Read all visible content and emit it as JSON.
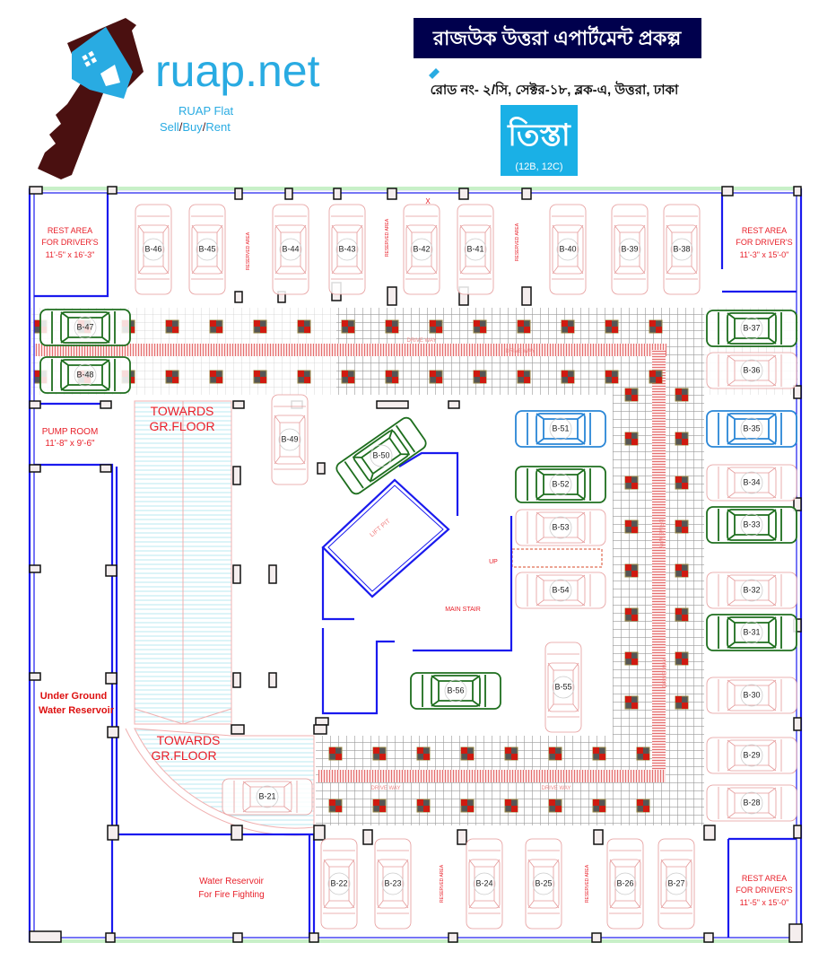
{
  "logo": {
    "site": "ruap.net",
    "tagline1": "RUAP Flat",
    "tagline2_parts": [
      "Sell",
      "/",
      "Buy",
      "/",
      "Rent"
    ],
    "colors": {
      "blue": "#29abe2",
      "brown": "#4a1010"
    }
  },
  "header": {
    "project_title": "রাজউক উত্তরা এপার্টমেন্ট প্রকল্প",
    "address": "রোড নং- ২/সি, সেক্টর-১৮, ব্লক-এ, উত্তরা, ঢাকা",
    "building_name": "তিস্তা",
    "building_units": "(12B, 12C)",
    "title_bg": "#00004d",
    "badge_bg": "#1ab0e6"
  },
  "plan": {
    "rooms": {
      "rest_tl": [
        "REST AREA",
        "FOR DRIVER'S",
        "11'-5\" x 16'-3\""
      ],
      "rest_tr": [
        "REST AREA",
        "FOR DRIVER'S",
        "11'-3\" x 15'-0\""
      ],
      "rest_br": [
        "REST AREA",
        "FOR DRIVER'S",
        "11'-5\" x 15'-0\""
      ],
      "pump": [
        "PUMP ROOM",
        "11'-8\" x 9'-6\""
      ],
      "ug_reservoir": [
        "Under Ground",
        "Water Reservoir"
      ],
      "fire_reservoir": [
        "Water Reservoir",
        "For Fire Fighting"
      ],
      "ramp_top": [
        "TOWARDS",
        "GR.FLOOR"
      ],
      "ramp_bottom": [
        "TOWARDS",
        "GR.FLOOR"
      ],
      "lift": "LIFT PIT",
      "stair": "MAIN STAIR",
      "up": "UP",
      "driveway": "DRIVE WAY",
      "reserved": "RESERVED AREA",
      "x_mark": "X"
    },
    "status_colors": {
      "vacant": "#e59a9a",
      "occupied": "#1e6e1e",
      "highlight": "#2a86d6"
    },
    "bays": [
      {
        "id": "B-46",
        "status": "vacant"
      },
      {
        "id": "B-45",
        "status": "vacant"
      },
      {
        "id": "B-44",
        "status": "vacant"
      },
      {
        "id": "B-43",
        "status": "vacant"
      },
      {
        "id": "B-42",
        "status": "vacant"
      },
      {
        "id": "B-41",
        "status": "vacant"
      },
      {
        "id": "B-40",
        "status": "vacant"
      },
      {
        "id": "B-39",
        "status": "vacant"
      },
      {
        "id": "B-38",
        "status": "vacant"
      },
      {
        "id": "B-47",
        "status": "occupied"
      },
      {
        "id": "B-48",
        "status": "occupied"
      },
      {
        "id": "B-37",
        "status": "occupied"
      },
      {
        "id": "B-36",
        "status": "vacant"
      },
      {
        "id": "B-35",
        "status": "highlight"
      },
      {
        "id": "B-34",
        "status": "vacant"
      },
      {
        "id": "B-33",
        "status": "occupied"
      },
      {
        "id": "B-32",
        "status": "vacant"
      },
      {
        "id": "B-31",
        "status": "occupied"
      },
      {
        "id": "B-30",
        "status": "vacant"
      },
      {
        "id": "B-29",
        "status": "vacant"
      },
      {
        "id": "B-28",
        "status": "vacant"
      },
      {
        "id": "B-51",
        "status": "highlight"
      },
      {
        "id": "B-52",
        "status": "occupied"
      },
      {
        "id": "B-53",
        "status": "vacant"
      },
      {
        "id": "B-54",
        "status": "vacant"
      },
      {
        "id": "B-55",
        "status": "vacant"
      },
      {
        "id": "B-56",
        "status": "occupied"
      },
      {
        "id": "B-49",
        "status": "vacant"
      },
      {
        "id": "B-50",
        "status": "occupied"
      },
      {
        "id": "B-21",
        "status": "vacant"
      },
      {
        "id": "B-22",
        "status": "vacant"
      },
      {
        "id": "B-23",
        "status": "vacant"
      },
      {
        "id": "B-24",
        "status": "vacant"
      },
      {
        "id": "B-25",
        "status": "vacant"
      },
      {
        "id": "B-26",
        "status": "vacant"
      },
      {
        "id": "B-27",
        "status": "vacant"
      }
    ]
  }
}
